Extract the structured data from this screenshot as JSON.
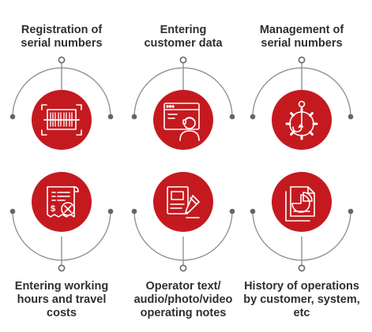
{
  "colors": {
    "accent": "#c41a1f",
    "line": "#8a8a8a",
    "dot": "#666666",
    "text": "#2f2f2f"
  },
  "top_items": [
    {
      "label_lines": [
        "Registration of",
        "serial numbers"
      ],
      "icon": "barcode-scanner-icon"
    },
    {
      "label_lines": [
        "Entering",
        "customer data"
      ],
      "icon": "browser-user-icon"
    },
    {
      "label_lines": [
        "Management of",
        "serial numbers"
      ],
      "icon": "gear-hook-icon"
    }
  ],
  "bottom_items": [
    {
      "label_lines": [
        "Entering working",
        "hours and travel",
        "costs"
      ],
      "icon": "receipt-tools-icon"
    },
    {
      "label_lines": [
        "Operator text/",
        "audio/photo/video",
        "operating notes"
      ],
      "icon": "notebook-pen-icon"
    },
    {
      "label_lines": [
        "History of operations",
        "by customer, system,",
        "etc"
      ],
      "icon": "report-chart-icon"
    }
  ]
}
